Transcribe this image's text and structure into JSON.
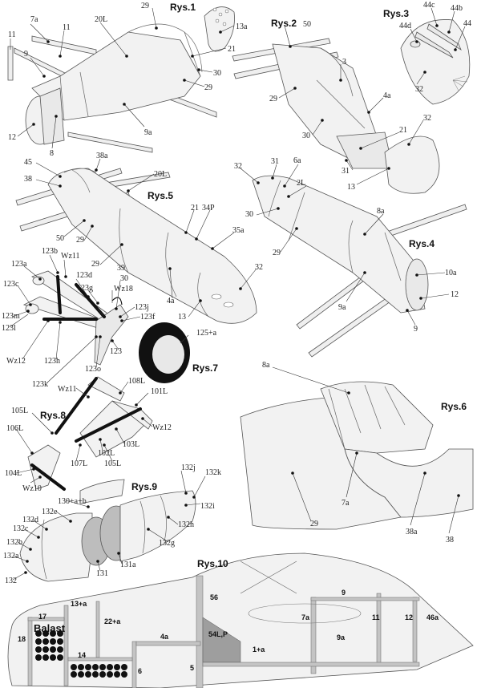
{
  "figures": {
    "rys1": {
      "title": "Rys.1",
      "labels": [
        "29",
        "13a",
        "20L",
        "7a",
        "11",
        "11",
        "9",
        "21",
        "30",
        "29",
        "12",
        "8",
        "9a"
      ]
    },
    "rys2": {
      "title": "Rys.2",
      "labels": [
        "50",
        "3",
        "29",
        "4a",
        "30",
        "21",
        "31",
        "13",
        "32"
      ]
    },
    "rys3": {
      "title": "Rys.3",
      "labels": [
        "44c",
        "44b",
        "44d",
        "44",
        "32"
      ]
    },
    "rys4": {
      "title": "Rys.4",
      "labels": [
        "32",
        "31",
        "6a",
        "2L",
        "30",
        "29",
        "8a",
        "10a",
        "12",
        "9a",
        "9"
      ]
    },
    "rys5": {
      "title": "Rys.5",
      "labels": [
        "45",
        "38a",
        "38",
        "20L",
        "50",
        "29",
        "21",
        "34P",
        "35a",
        "29",
        "4a",
        "32",
        "13"
      ]
    },
    "rys6": {
      "title": "Rys.6",
      "labels": [
        "8a",
        "29",
        "7a",
        "38a",
        "38"
      ]
    },
    "rys7": {
      "title": "Rys.7",
      "labels": [
        "123b",
        "Wz11",
        "123a",
        "123d",
        "123c",
        "123g",
        "Wz18",
        "30",
        "39",
        "123j",
        "123f",
        "123m",
        "123l",
        "Wz12",
        "123h",
        "123k",
        "123o",
        "123",
        "125+a"
      ]
    },
    "rys8": {
      "title": "Rys.8",
      "labels": [
        "108L",
        "Wz11",
        "101L",
        "105L",
        "106L",
        "Wz12",
        "103L",
        "102L",
        "107L",
        "105L",
        "104L",
        "Wz10"
      ]
    },
    "rys9": {
      "title": "Rys.9",
      "labels": [
        "132j",
        "132k",
        "130+a+b",
        "132i",
        "132e",
        "132d",
        "132h",
        "132c",
        "132b",
        "132g",
        "132a",
        "131a",
        "131",
        "132"
      ]
    },
    "rys10": {
      "title": "Rys.10",
      "labels": [
        "56",
        "9",
        "13+a",
        "17",
        "22+a",
        "7a",
        "11",
        "12",
        "46a",
        "Balast",
        "18",
        "4a",
        "54L,P",
        "9a",
        "1+a",
        "14",
        "6",
        "5"
      ]
    }
  }
}
